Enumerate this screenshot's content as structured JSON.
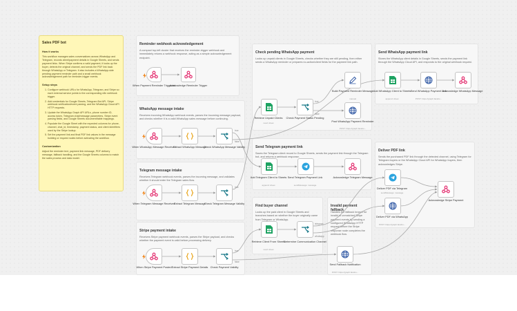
{
  "sticky_note": {
    "title": "Sales PDF bot",
    "how_heading": "How it works",
    "how_text": "This workflow manages sales conversations across WhatsApp and Telegram, records client/payment details in Google Sheets, and sends payment links. When Stripe confirms a valid payment, it looks up the buyer, detects the original channel, and sends the PDF link back through WhatsApp or Telegram. It also includes a WhatsApp-side pending payment reminder path and a small webhook acknowledgement path for reminder-trigger events.",
    "setup_heading": "Setup steps",
    "setup_steps": [
      "Configure webhook URLs for WhatsApp, Telegram, and Stripe so each external service points to the corresponding n8n webhook trigger.",
      "Add credentials for Google Sheets, Telegram Bot API, Stripe webhook verification/event parsing, and the WhatsApp Cloud API HTTP requests.",
      "Update the WhatsApp Graph API URLs, phone number ID, access token, Telegram chat/message parameters, Stripe event parsing fields, and Google Sheets document/table mappings.",
      "Populate the Google Sheet with the expected columns for phone, channel, chat_id, timestamp, payment status, and client identifiers used by the Stripe lookup.",
      "Set the payment link and final PDF link values in the message building or request nodes before activating the workflow."
    ],
    "custom_heading": "Customization",
    "custom_text": "Adjust the reminder text, payment link message, PDF delivery message, fallback handling, and the Google Sheets columns to match the sales process and data model."
  },
  "sections": {
    "reminder": {
      "title": "Reminder webhook acknowledgement",
      "desc": "A compact top-left cluster that receives the reminder-trigger webhook and immediately returns a webhook response, acting as a simple acknowledgement endpoint."
    },
    "whatsapp": {
      "title": "WhatsApp message intake",
      "desc": "Receives incoming WhatsApp webhook events, parses the incoming message payload, and checks whether it is a valid WhatsApp sales message before continuing."
    },
    "telegram": {
      "title": "Telegram message intake",
      "desc": "Receives Telegram webhook events, parses the incoming message, and validates whether it should enter the Telegram sales flow."
    },
    "stripe": {
      "title": "Stripe payment intake",
      "desc": "Receives Stripe payment webhook events, parses the Stripe payload, and checks whether the payment event is valid before processing delivery."
    },
    "pending": {
      "title": "Check pending WhatsApp payment",
      "desc": "Looks up unpaid clients in Google Sheets, checks whether they are still pending, then either sends a WhatsApp reminder or prepares no-action/client fields for the payment link path."
    },
    "send_wa_link": {
      "title": "Send WhatsApp payment link",
      "desc": "Stores the WhatsApp client details in Google Sheets, sends the payment link through the WhatsApp Cloud API, and responds to the original webhook request."
    },
    "send_tg_link": {
      "title": "Send Telegram payment link",
      "desc": "Saves the Telegram client record to Google Sheets, sends the payment link through the Telegram bot, and returns a webhook response."
    },
    "buyer_channel": {
      "title": "Find buyer channel",
      "desc": "Looks up the paid client in Google Sheets and branches based on whether the buyer originally came from Telegram or WhatsApp."
    },
    "fallback": {
      "title": "Invalid payment fallback",
      "desc": "Handles the fallback branch for invalid or unmatched Stripe payment events by sending a configured WhatsApp HTTP request before the Stripe response node completes the webhook flow."
    },
    "deliver": {
      "title": "Deliver PDF link",
      "desc": "Sends the purchased PDF link through the detected channel, using Telegram for Telegram buyers or the WhatsApp Cloud API for WhatsApp buyers, then acknowledges Stripe."
    }
  },
  "nodes": {
    "reminder_trigger": {
      "label": "When Payment Reminder Triggered"
    },
    "ack_reminder": {
      "label": "Acknowledge Reminder Trigger"
    },
    "wa_received": {
      "label": "When WhatsApp Message Received"
    },
    "extract_wa": {
      "label": "Extract WhatsApp Message"
    },
    "check_wa": {
      "label": "Check WhatsApp Message Validity"
    },
    "tg_received": {
      "label": "When Telegram Message Received"
    },
    "extract_tg": {
      "label": "Extract Telegram Message"
    },
    "check_tg": {
      "label": "Check Telegram Message Validity"
    },
    "stripe_posted": {
      "label": "When Stripe Payment Posted"
    },
    "extract_stripe": {
      "label": "Extract Stripe Payment Details"
    },
    "check_pay": {
      "label": "Check Payment Validity"
    },
    "retrieve_unpaid": {
      "label": "Retrieve Unpaid Clients",
      "sub": "read: sheet"
    },
    "check_pending": {
      "label": "Check Payment Status Pending"
    },
    "build_reminder": {
      "label": "Build Payment Reminder Message",
      "sub": "manual"
    },
    "post_reminder": {
      "label": "Post WhatsApp Payment Reminder",
      "sub": "POST: https://graph.facebo..."
    },
    "add_wa_client": {
      "label": "Add WhatsApp Client to Sheets",
      "sub": "append: sheet"
    },
    "send_wa_pay": {
      "label": "Send WhatsApp Payment Link",
      "sub": "POST: https://graph.facebo..."
    },
    "ack_wa": {
      "label": "Acknowledge WhatsApp Message"
    },
    "add_tg_client": {
      "label": "Add Telegram Client to Sheets",
      "sub": "append: sheet"
    },
    "send_tg_pay": {
      "label": "Send Telegram Payment Link",
      "sub": "sendMessage: message"
    },
    "ack_tg": {
      "label": "Acknowledge Telegram Message"
    },
    "retrieve_client": {
      "label": "Retrieve Client From Sheets",
      "sub": "read: sheet"
    },
    "determine_channel": {
      "label": "Determine Communication Channel"
    },
    "send_fallback": {
      "label": "Send Fallback Notification",
      "sub": "POST: https://graph.facebo..."
    },
    "pdf_tg": {
      "label": "Deliver PDF via Telegram",
      "sub": "sendMessage: message"
    },
    "pdf_wa": {
      "label": "Deliver PDF via WhatsApp",
      "sub": "POST: https://graph.facebo..."
    },
    "ack_stripe": {
      "label": "Acknowledge Stripe Payment"
    }
  },
  "edge_labels": {
    "true": "true",
    "false": "false",
    "telegram": "telegram",
    "whatsapp": "whatsapp"
  },
  "colors": {
    "webhook": "#e53e7a",
    "code": "#e8a317",
    "if": "#1b7a8a",
    "sheets": "#1ea362",
    "http": "#3b61a8",
    "telegram": "#2aa3de",
    "respond": "#e53e7a",
    "note": "#fff7b8"
  }
}
